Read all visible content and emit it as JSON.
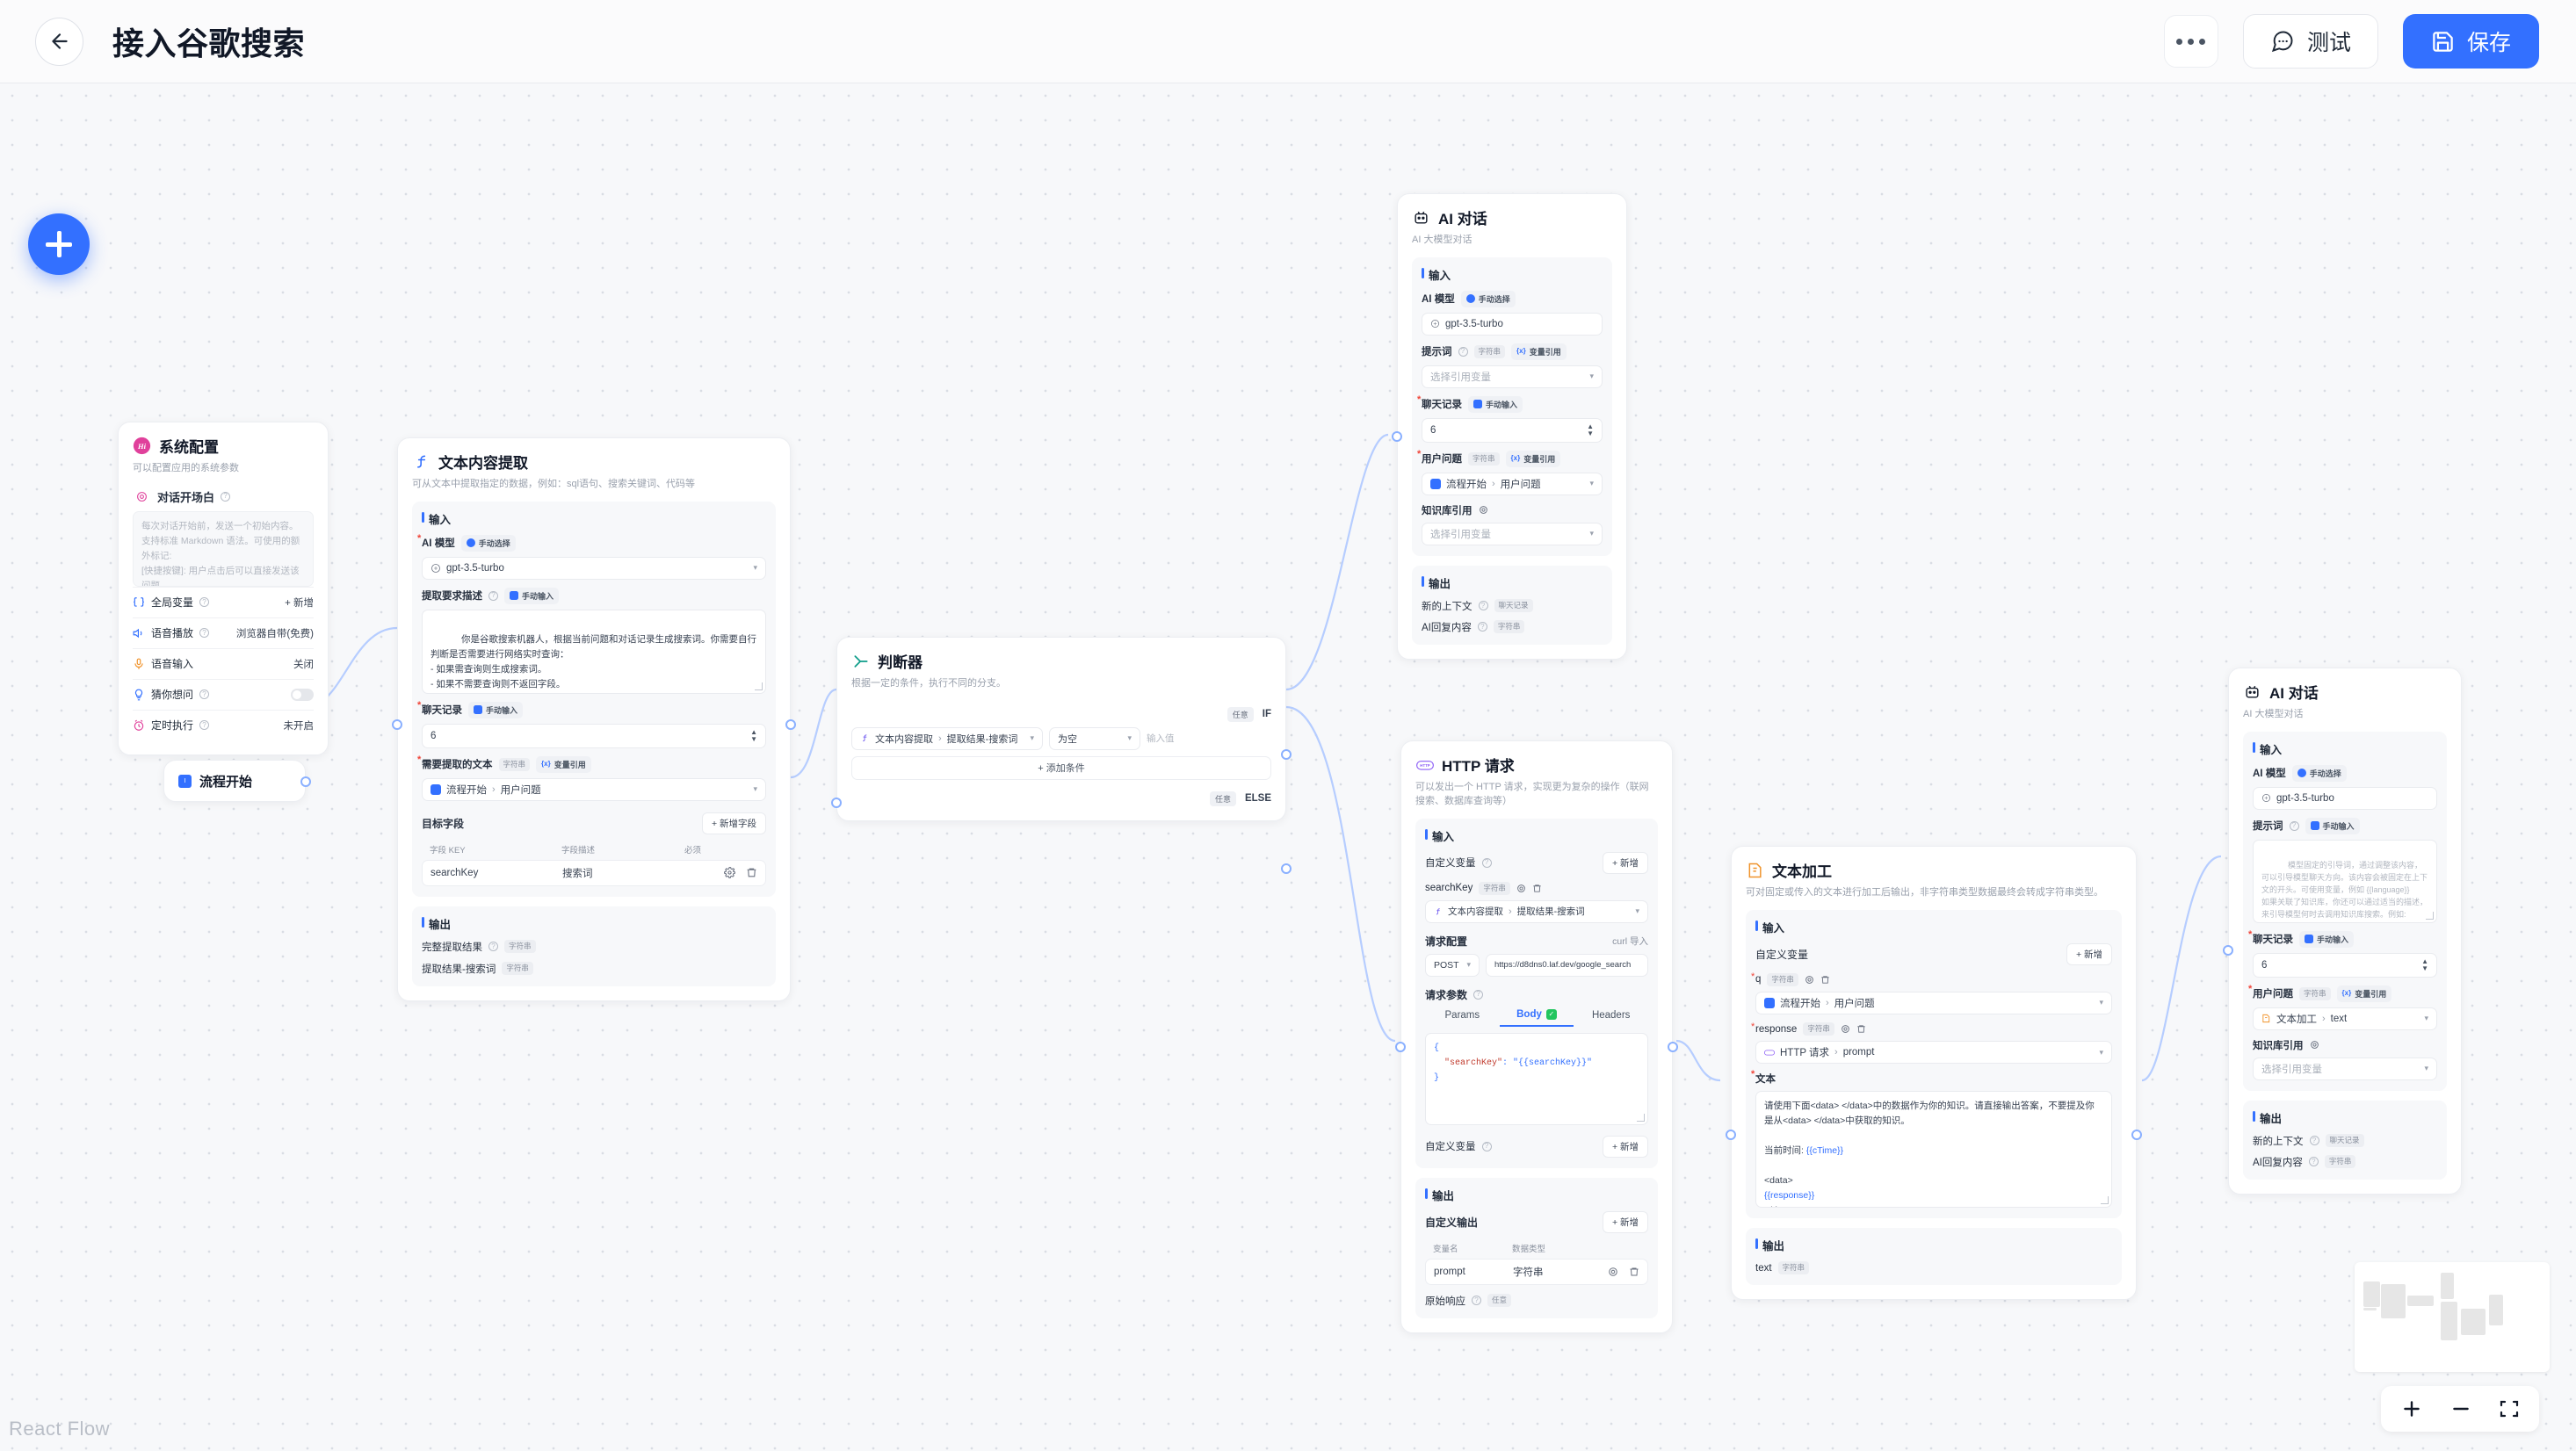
{
  "header": {
    "back_icon": "arrow-left-icon",
    "title": "接入谷歌搜索",
    "more_label": "more-options",
    "test_label": "测试",
    "save_label": "保存"
  },
  "canvas": {
    "add_node_label": "add-node",
    "watermark": "React Flow",
    "zoom_in": "+",
    "zoom_out": "−",
    "fit_view": "fit-view"
  },
  "nodes": {
    "system_config": {
      "title": "系统配置",
      "desc": "可以配置应用的系统参数",
      "avatar_text": "Hi",
      "opening": {
        "label": "对话开场白",
        "placeholder": "每次对话开始前，发送一个初始内容。支持标准 Markdown 语法。可使用的额外标记:\n[快捷按键]: 用户点击后可以直接发送该问题"
      },
      "rows": [
        {
          "label": "全局变量",
          "value": "+ 新增",
          "icon": "braces-icon",
          "type": "action"
        },
        {
          "label": "语音播放",
          "value": "浏览器自带(免费)",
          "icon": "speaker-icon",
          "type": "value"
        },
        {
          "label": "语音输入",
          "value": "关闭",
          "icon": "mic-icon",
          "type": "value"
        },
        {
          "label": "猜你想问",
          "value": "",
          "icon": "bulb-icon",
          "type": "toggle"
        },
        {
          "label": "定时执行",
          "value": "未开启",
          "icon": "clock-icon",
          "type": "value"
        }
      ]
    },
    "flow_start": {
      "title": "流程开始",
      "icon": "flow-start-icon"
    },
    "text_extract": {
      "title": "文本内容提取",
      "desc": "可从文本中提取指定的数据，例如：sql语句、搜索关键词、代码等",
      "input_section": "输入",
      "output_section": "输出",
      "model_label": "AI 模型",
      "model_mode": "手动选择",
      "model_value": "gpt-3.5-turbo",
      "prompt_label": "提取要求描述",
      "prompt_mode": "手动输入",
      "prompt_value": "你是谷歌搜索机器人，根据当前问题和对话记录生成搜索词。你需要自行判断是否需要进行网络实时查询：\n- 如果需查询则生成搜索词。\n- 如果不需要查询则不返回字段。",
      "history_label": "聊天记录",
      "history_mode": "手动输入",
      "history_value": "6",
      "source_label": "需要提取的文本",
      "source_type": "字符串",
      "source_mode": "变量引用",
      "source_value_node": "流程开始",
      "source_value_field": "用户问题",
      "target_fields_label": "目标字段",
      "add_field_label": "+ 新增字段",
      "table_headers": [
        "字段 KEY",
        "字段描述",
        "必须"
      ],
      "table_rows": [
        {
          "key": "searchKey",
          "desc": "搜索词",
          "required": ""
        }
      ],
      "outputs": [
        {
          "label": "完整提取结果",
          "type": "字符串",
          "help": true
        },
        {
          "label": "提取结果-搜索词",
          "type": "字符串",
          "help": false
        }
      ]
    },
    "judge": {
      "title": "判断器",
      "desc": "根据一定的条件，执行不同的分支。",
      "if_any": "任意",
      "if_label": "IF",
      "else_any": "任意",
      "else_label": "ELSE",
      "cond_node": "文本内容提取",
      "cond_field": "提取结果-搜索词",
      "operator": "为空",
      "value_placeholder": "输入值",
      "add_cond_label": "+ 添加条件"
    },
    "ai_chat_top": {
      "title": "AI 对话",
      "desc": "AI 大模型对话",
      "input_section": "输入",
      "output_section": "输出",
      "model_label": "AI 模型",
      "model_mode": "手动选择",
      "model_value": "gpt-3.5-turbo",
      "prompt_label": "提示词",
      "prompt_type": "字符串",
      "prompt_mode": "变量引用",
      "prompt_placeholder": "选择引用变量",
      "history_label": "聊天记录",
      "history_mode": "手动输入",
      "history_value": "6",
      "question_label": "用户问题",
      "question_type": "字符串",
      "question_mode": "变量引用",
      "question_node": "流程开始",
      "question_field": "用户问题",
      "kb_label": "知识库引用",
      "kb_placeholder": "选择引用变量",
      "outputs": [
        {
          "label": "新的上下文",
          "type": "聊天记录"
        },
        {
          "label": "AI回复内容",
          "type": "字符串"
        }
      ]
    },
    "http": {
      "title": "HTTP 请求",
      "desc": "可以发出一个 HTTP 请求，实现更为复杂的操作（联网搜索、数据库查询等）",
      "input_section": "输入",
      "output_section": "输出",
      "custom_var_label": "自定义变量",
      "add_label": "+ 新增",
      "var_name": "searchKey",
      "var_type": "字符串",
      "var_value_node": "文本内容提取",
      "var_value_field": "提取结果-搜索词",
      "req_config_label": "请求配置",
      "curl_label": "curl 导入",
      "method": "POST",
      "url": "https://d8dns0.laf.dev/google_search",
      "req_params_label": "请求参数",
      "tabs": [
        "Params",
        "Body",
        "Headers"
      ],
      "active_tab": "Body",
      "body": "{\n  \"searchKey\": \"{{searchKey}}\"\n}",
      "custom_var_label2": "自定义变量",
      "add_label2": "+ 新增",
      "custom_output_label": "自定义输出",
      "add_label3": "+ 新增",
      "out_headers": [
        "变量名",
        "数据类型"
      ],
      "out_rows": [
        {
          "name": "prompt",
          "type": "字符串"
        }
      ],
      "raw_response_label": "原始响应",
      "raw_response_type": "任意"
    },
    "text_process": {
      "title": "文本加工",
      "desc": "可对固定或传入的文本进行加工后输出，非字符串类型数据最终会转成字符串类型。",
      "input_section": "输入",
      "output_section": "输出",
      "custom_var_label": "自定义变量",
      "add_label": "+ 新增",
      "vars": [
        {
          "name": "q",
          "type": "字符串",
          "value_node": "流程开始",
          "value_field": "用户问题",
          "icon": "flow-start-icon"
        },
        {
          "name": "response",
          "type": "字符串",
          "value_node": "HTTP 请求",
          "value_field": "prompt",
          "icon": "http-icon"
        }
      ],
      "text_label": "文本",
      "text_value": "请使用下面<data> </data>中的数据作为你的知识。请直接输出答案，不要提及你是从<data> </data>中获取的知识。\n\n当前时间: {{cTime}}\n\n<data>\n{{response}}\n</data>",
      "outputs": [
        {
          "label": "text",
          "type": "字符串"
        }
      ]
    },
    "ai_chat_right": {
      "title": "AI 对话",
      "desc": "AI 大模型对话",
      "input_section": "输入",
      "output_section": "输出",
      "model_label": "AI 模型",
      "model_mode": "手动选择",
      "model_value": "gpt-3.5-turbo",
      "prompt_label": "提示词",
      "prompt_mode": "手动输入",
      "prompt_placeholder": "模型固定的引导词，通过调整该内容，可以引导模型聊天方向。该内容会被固定在上下文的开头。可使用变量，例如 {{language}}\n如果关联了知识库，你还可以通过适当的描述，来引导模型何时去调用知识库搜索。例如:\n你是电影《星际穿越》的助手。当用户询问与《星际穿越》相关的内容时，请搜索知识库并结合搜索结果进行回答。",
      "history_label": "聊天记录",
      "history_mode": "手动输入",
      "history_value": "6",
      "question_label": "用户问题",
      "question_type": "字符串",
      "question_mode": "变量引用",
      "question_node": "文本加工",
      "question_field": "text",
      "kb_label": "知识库引用",
      "kb_placeholder": "选择引用变量",
      "outputs": [
        {
          "label": "新的上下文",
          "type": "聊天记录"
        },
        {
          "label": "AI回复内容",
          "type": "字符串"
        }
      ]
    }
  }
}
